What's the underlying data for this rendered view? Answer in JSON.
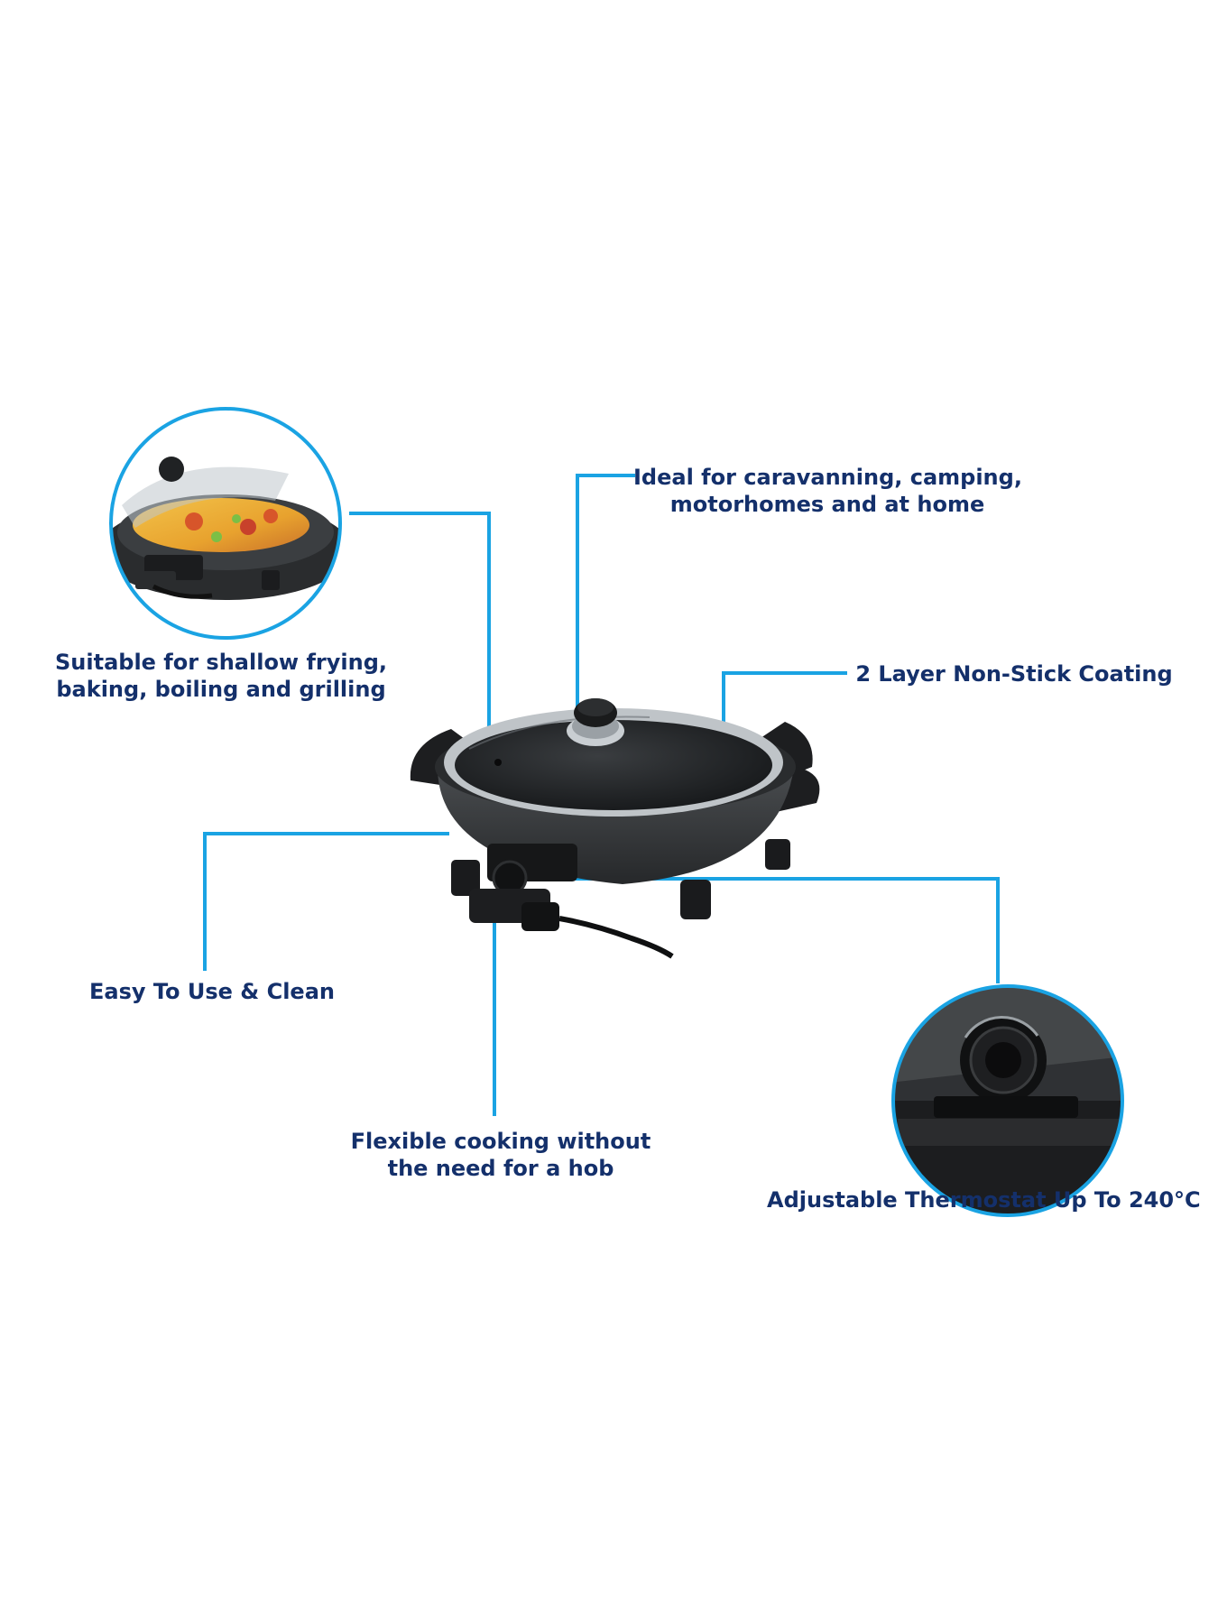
{
  "colors": {
    "accent_line": "#1aa3e3",
    "text_navy": "#14306b",
    "background": "#ffffff"
  },
  "features": {
    "top_left": {
      "line1": "Suitable for shallow frying,",
      "line2": "baking, boiling and grilling"
    },
    "top_center": {
      "line1": "Ideal for caravanning, camping,",
      "line2": "motorhomes and at home"
    },
    "right": {
      "text": "2 Layer Non-Stick Coating"
    },
    "left": {
      "text": "Easy To Use & Clean"
    },
    "bottom_center": {
      "line1": "Flexible cooking without",
      "line2": "the need for a hob"
    },
    "bottom_right": {
      "text": "Adjustable Thermostat Up To 240°C"
    }
  },
  "images": {
    "inset_left": "photo-of-pan-with-food",
    "inset_right": "close-up-of-thermostat-dial",
    "main": "electric-pan-with-glass-lid"
  }
}
